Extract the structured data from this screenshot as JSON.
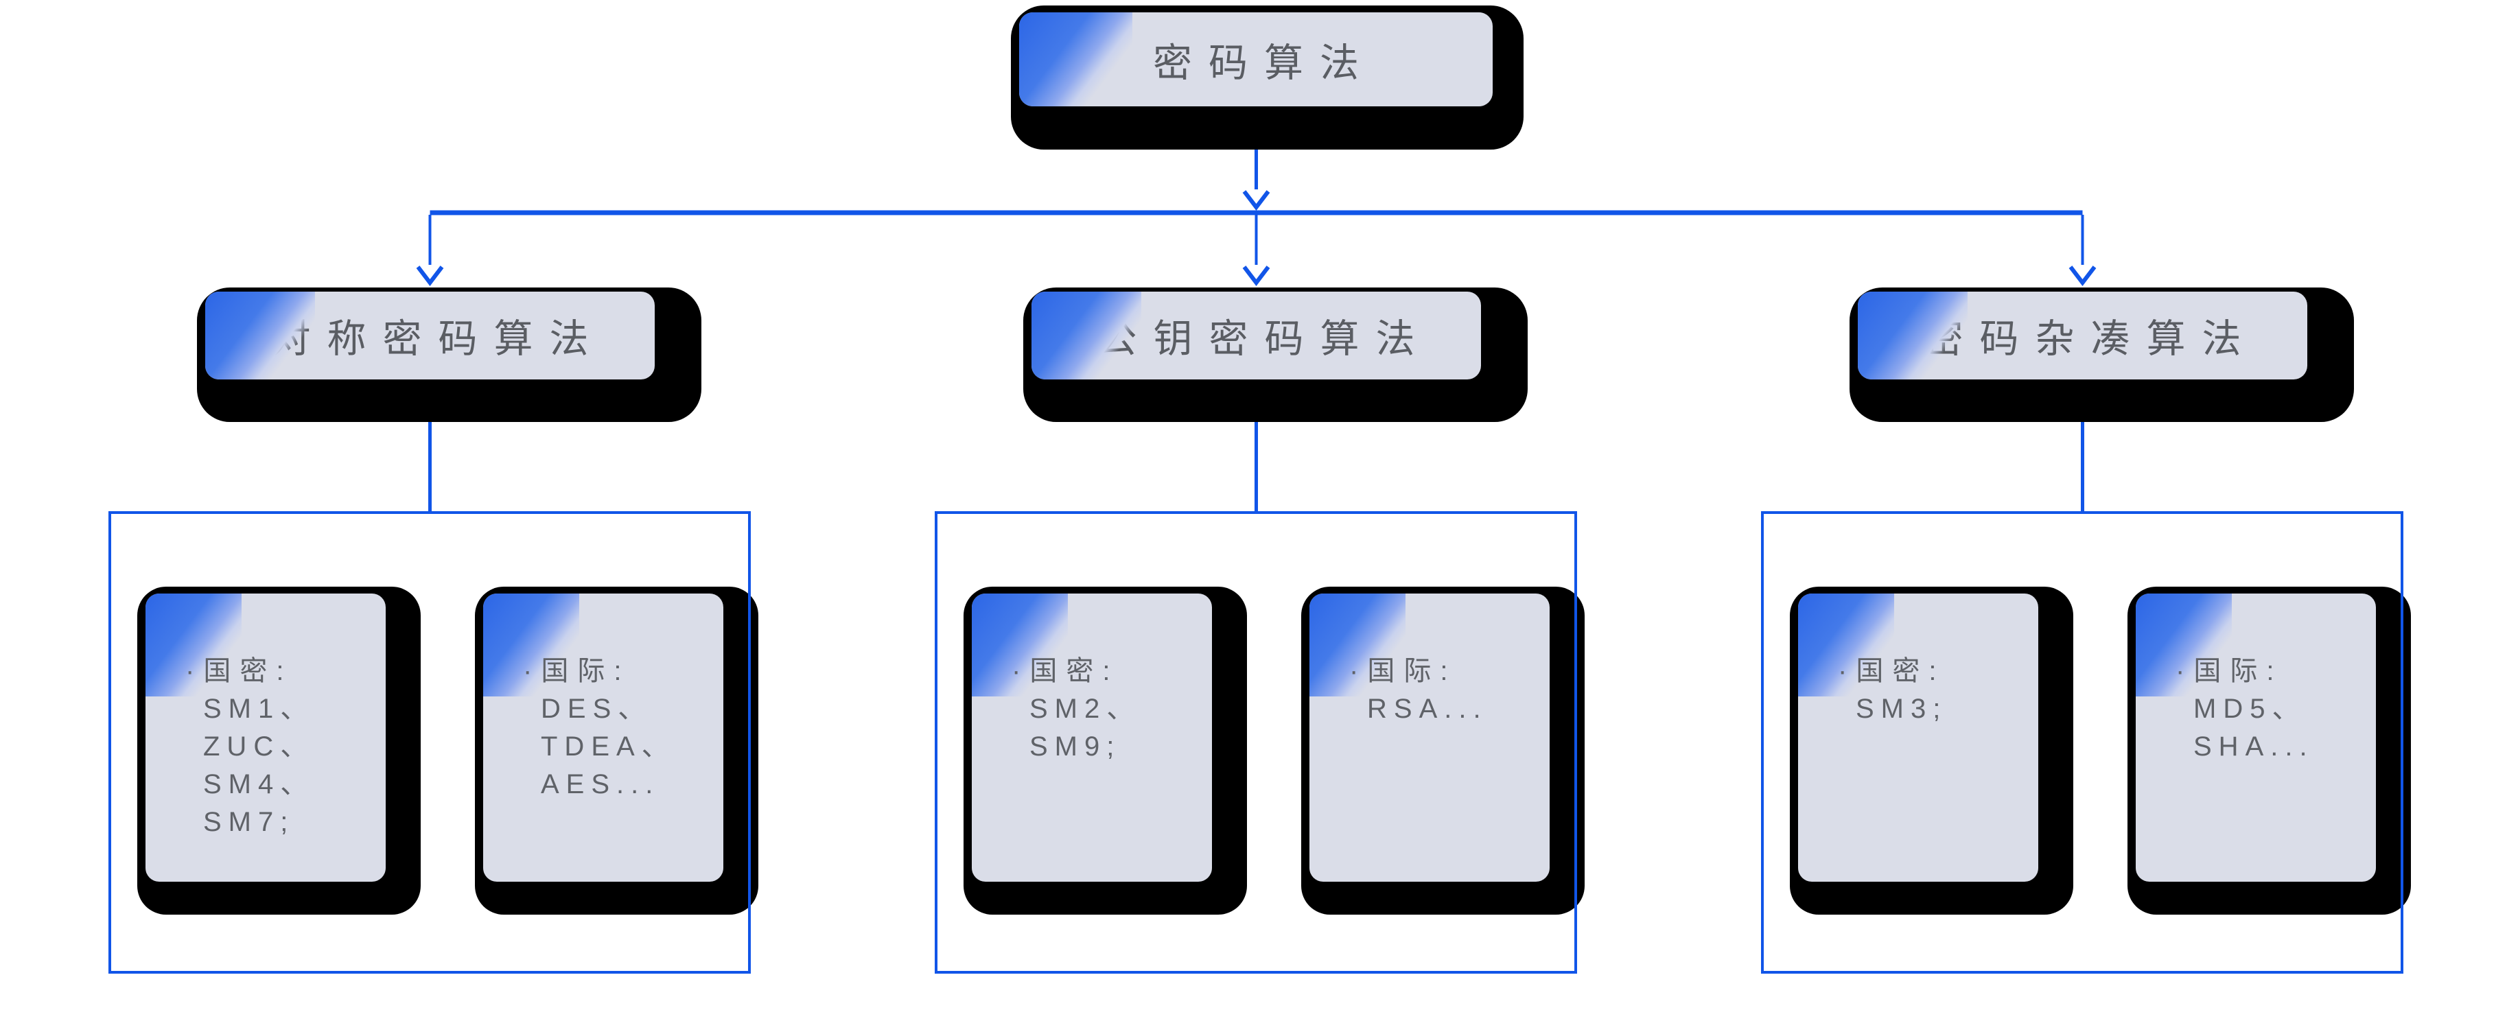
{
  "diagram": {
    "root": {
      "label": "密码算法"
    },
    "branches": [
      {
        "label": "对称密码算法",
        "cards": [
          {
            "lines": [
              "·国密:",
              "SM1、",
              "ZUC、",
              "SM4、",
              "SM7;"
            ]
          },
          {
            "lines": [
              "·国际:",
              "DES、",
              "TDEA、",
              "AES..."
            ]
          }
        ]
      },
      {
        "label": "公钥密码算法",
        "cards": [
          {
            "lines": [
              "·国密:",
              "SM2、",
              "SM9;"
            ]
          },
          {
            "lines": [
              "·国际:",
              "RSA..."
            ]
          }
        ]
      },
      {
        "label": "密码杂凑算法",
        "cards": [
          {
            "lines": [
              "·国密:",
              "SM3;"
            ]
          },
          {
            "lines": [
              "·国际:",
              "MD5、",
              "SHA..."
            ]
          }
        ]
      }
    ],
    "colors": {
      "connector_blue": "#1155e8",
      "container_border_blue": "#1155e8",
      "card_fill": "#dadde8",
      "corner_wedge_blue": "#2c66e6",
      "shadow_black": "#000000",
      "title_text": "#5a5d63",
      "leaf_text": "#5f6268"
    }
  }
}
